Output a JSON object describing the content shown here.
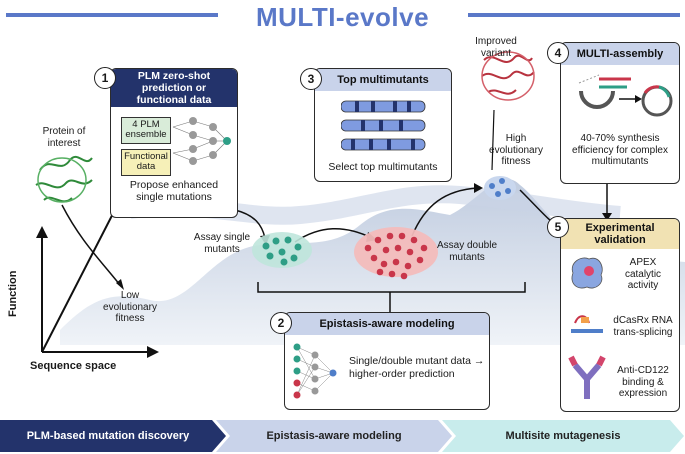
{
  "title": "MULTI-evolve",
  "protein": {
    "label": "Protein of interest"
  },
  "axes": {
    "y_label": "Function",
    "x_label": "Sequence space"
  },
  "landscape": {
    "low_fitness": "Low evolutionary fitness",
    "high_fitness": "High evolutionary fitness",
    "assay_single": "Assay single mutants",
    "assay_double": "Assay double mutants",
    "improved_variant": "Improved variant"
  },
  "step1": {
    "number": "1",
    "title": "PLM zero-shot prediction or functional data",
    "plm_box": "4 PLM ensemble",
    "functional_box": "Functional data",
    "caption": "Propose enhanced single mutations"
  },
  "step2": {
    "number": "2",
    "title": "Epistasis-aware modeling",
    "caption": "Single/double mutant data → higher-order prediction"
  },
  "step3": {
    "number": "3",
    "title": "Top multimutants",
    "caption": "Select top multimutants"
  },
  "step4": {
    "number": "4",
    "title": "MULTI-assembly",
    "caption": "40-70% synthesis efficiency for complex multimutants"
  },
  "step5": {
    "number": "5",
    "title": "Experimental validation",
    "items": [
      {
        "label": "APEX catalytic activity",
        "icon": "apex-enzyme-icon"
      },
      {
        "label": "dCasRx RNA trans-splicing",
        "icon": "rna-splicing-icon"
      },
      {
        "label": "Anti-CD122 binding & expression",
        "icon": "antibody-icon"
      }
    ]
  },
  "bottom_banner": [
    {
      "label": "PLM-based mutation discovery",
      "color": "#23336b",
      "text_color": "#ffffff"
    },
    {
      "label": "Epistasis-aware modeling",
      "color": "#c9d3ea",
      "text_color": "#222222"
    },
    {
      "label": "Multisite mutagenesis",
      "color": "#c8ecec",
      "text_color": "#222222"
    }
  ],
  "colors": {
    "accent_blue": "#5a78c8",
    "navy": "#23336b",
    "light_blue": "#c9d3ea",
    "gold": "#f1e2b3",
    "red_dot": "#c9364a",
    "teal_dot": "#2e9e86",
    "blue_dot": "#4f7ec9"
  }
}
